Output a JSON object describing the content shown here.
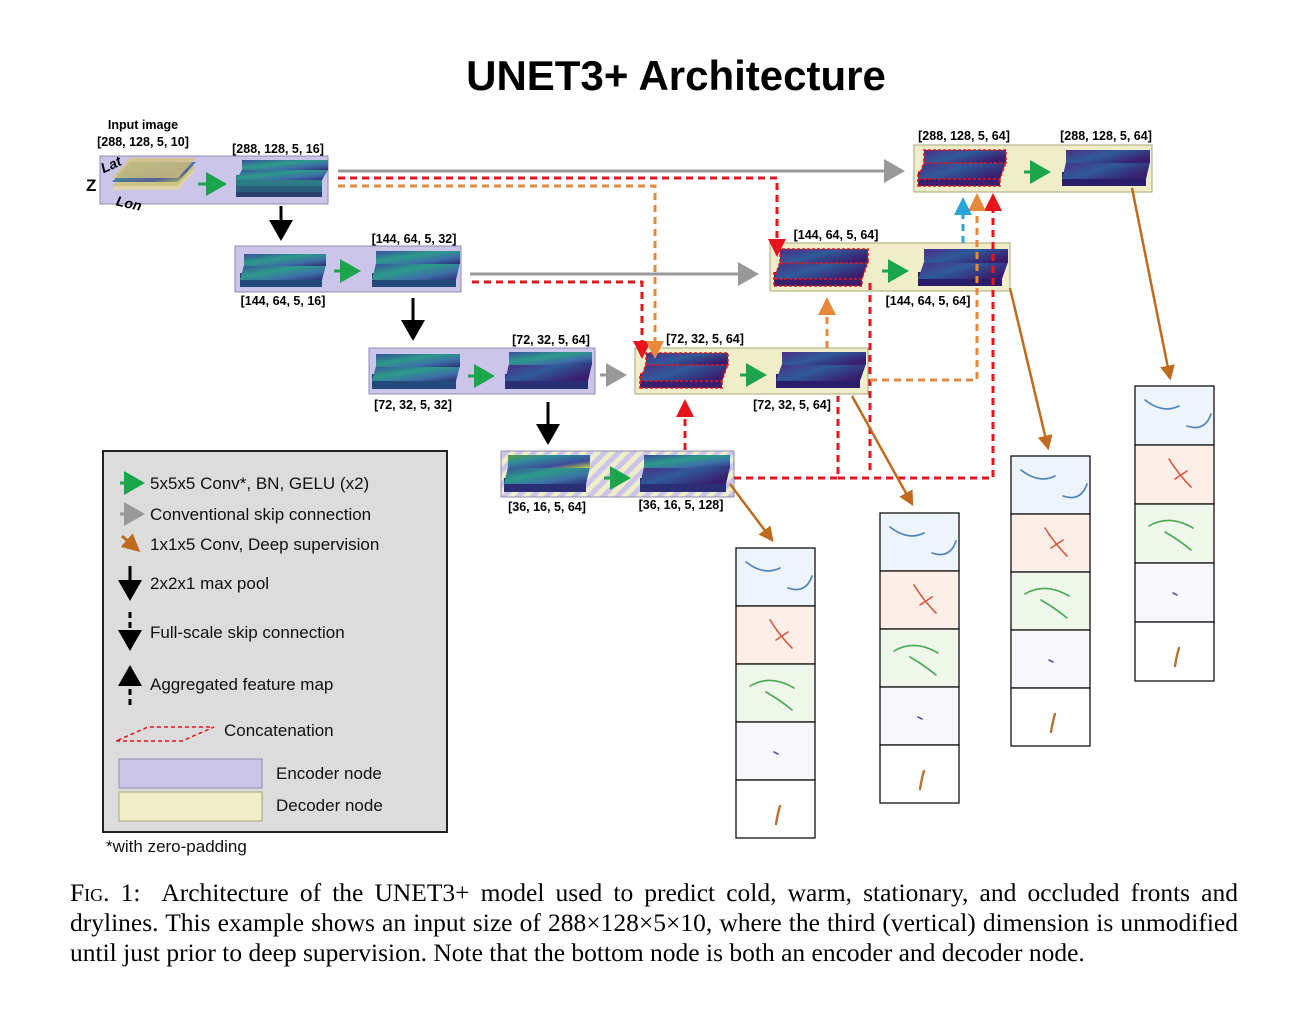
{
  "title": "UNET3+ Architecture",
  "input": {
    "label": "Input image",
    "shape": "[288, 128, 5, 10]",
    "axis_lat": "Lat",
    "axis_z": "Z",
    "axis_lon": "Lon"
  },
  "shapes": {
    "enc1_out": "[288, 128, 5, 16]",
    "enc2_in": "[144, 64, 5, 16]",
    "enc2_out": "[144, 64, 5, 32]",
    "enc3_in": "[72, 32, 5, 32]",
    "enc3_out": "[72, 32, 5, 64]",
    "bot_in": "[36, 16, 5, 64]",
    "bot_out": "[36, 16, 5, 128]",
    "dec3_in": "[72, 32, 5, 64]",
    "dec3_out": "[72, 32, 5, 64]",
    "dec2_in": "[144, 64, 5, 64]",
    "dec2_out": "[144, 64, 5, 64]",
    "dec1_in": "[288, 128, 5, 64]",
    "dec1_out": "[288, 128, 5, 64]"
  },
  "legend": {
    "conv": "5x5x5 Conv*, BN, GELU  (x2)",
    "skip": "Conventional skip connection",
    "deep": "1x1x5 Conv, Deep supervision",
    "pool": "2x2x1 max pool",
    "fullskip": "Full-scale skip connection",
    "agg": "Aggregated feature map",
    "concat": "Concatenation",
    "encoder": "Encoder node",
    "decoder": "Decoder node",
    "footnote": "*with zero-padding"
  },
  "colors": {
    "encoder": "#cbc5ea",
    "decoder": "#f0eec8",
    "conv_arrow": "#1aa64b",
    "skip_arrow": "#999999",
    "deep_arrow": "#c06a1e",
    "fullskip_red": "#e8141b",
    "fullskip_orange": "#e8883a",
    "agg_blue": "#2aa3db"
  },
  "caption": {
    "fig_label": "Fig. 1:",
    "text": "Architecture of the UNET3+ model used to predict cold, warm, stationary, and occluded fronts and drylines. This example shows an input size of 288×128×5×10, where the third (vertical) dimension is unmodified until just prior to deep supervision. Note that the bottom node is both an encoder and decoder node."
  }
}
